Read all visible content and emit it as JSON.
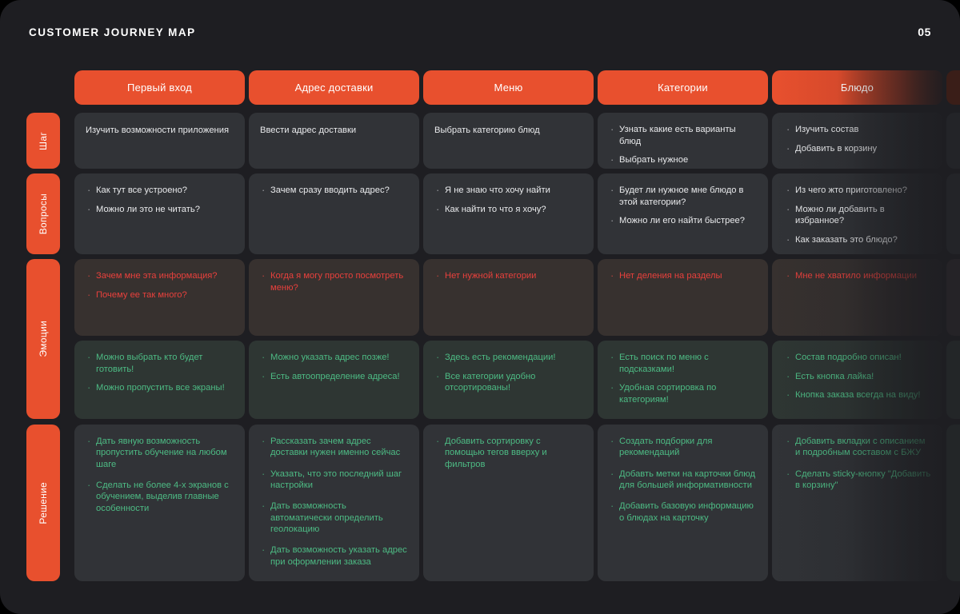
{
  "header": {
    "title": "CUSTOMER JOURNEY MAP",
    "page_number": "05"
  },
  "colors": {
    "accent": "#e8502e",
    "page_background": "#1e1e22",
    "card_background": "#313337",
    "negative_text": "#e8403c",
    "positive_text": "#4dbb84",
    "body_text": "#e9eaec"
  },
  "row_labels": [
    {
      "label": "Шаг"
    },
    {
      "label": "Вопросы"
    },
    {
      "label": "Эмоции"
    },
    {
      "label": "Решение"
    }
  ],
  "stages": [
    {
      "label": "Первый вход"
    },
    {
      "label": "Адрес доставки"
    },
    {
      "label": "Меню"
    },
    {
      "label": "Категории"
    },
    {
      "label": "Блюдо"
    }
  ],
  "rows": {
    "step": {
      "label": "Шаг",
      "cells": [
        {
          "type": "text",
          "text": "Изучить возможности приложения"
        },
        {
          "type": "text",
          "text": "Ввести адрес доставки"
        },
        {
          "type": "text",
          "text": "Выбрать категорию блюд"
        },
        {
          "type": "list",
          "items": [
            "Узнать какие есть варианты блюд",
            "Выбрать нужное"
          ]
        },
        {
          "type": "list",
          "items": [
            "Изучить состав",
            "Добавить в корзину"
          ]
        }
      ]
    },
    "questions": {
      "label": "Вопросы",
      "cells": [
        {
          "type": "list",
          "items": [
            "Как тут все устроено?",
            "Можно ли это не читать?"
          ]
        },
        {
          "type": "list",
          "items": [
            "Зачем сразу вводить адрес?"
          ]
        },
        {
          "type": "list",
          "items": [
            "Я не знаю что хочу найти",
            "Как найти то что я хочу?"
          ]
        },
        {
          "type": "list",
          "items": [
            "Будет ли нужное мне блюдо в этой категории?",
            "Можно ли его найти быстрее?"
          ]
        },
        {
          "type": "list",
          "items": [
            "Из чего жто приготовлено?",
            "Можно ли добавить в избранное?",
            "Как заказать это блюдо?"
          ]
        }
      ]
    },
    "emotions_negative": {
      "label": "Эмоции",
      "cells": [
        {
          "type": "list",
          "items": [
            "Зачем мне эта информация?",
            "Почему ее так много?"
          ]
        },
        {
          "type": "list",
          "items": [
            "Когда я могу просто посмотреть меню?"
          ]
        },
        {
          "type": "list",
          "items": [
            "Нет нужной категории"
          ]
        },
        {
          "type": "list",
          "items": [
            "Нет деления на разделы"
          ]
        },
        {
          "type": "list",
          "items": [
            "Мне не хватило информации"
          ]
        }
      ]
    },
    "emotions_positive": {
      "cells": [
        {
          "type": "list",
          "items": [
            "Можно выбрать кто будет готовить!",
            "Можно пропустить все экраны!"
          ]
        },
        {
          "type": "list",
          "items": [
            "Можно указать адрес позже!",
            "Есть автоопределение адреса!"
          ]
        },
        {
          "type": "list",
          "items": [
            "Здесь есть рекомендации!",
            "Все категории удобно отсортированы!"
          ]
        },
        {
          "type": "list",
          "items": [
            "Есть поиск по меню с подсказками!",
            "Удобная сортировка по категориям!"
          ]
        },
        {
          "type": "list",
          "items": [
            "Состав подробно описан!",
            "Есть кнопка лайка!",
            "Кнопка заказа всегда на виду!"
          ]
        }
      ]
    },
    "solution": {
      "label": "Решение",
      "cells": [
        {
          "type": "list",
          "items": [
            "Дать явную возможность пропустить обучение на любом шаге",
            "Сделать не более 4-х экранов с обучением, выделив главные особенности"
          ]
        },
        {
          "type": "list",
          "items": [
            "Рассказать зачем адрес доставки нужен именно сейчас",
            "Указать, что это последний шаг настройки",
            "Дать возможность автоматически определить геолокацию",
            "Дать возможность указать адрес при оформлении заказа"
          ]
        },
        {
          "type": "list",
          "items": [
            "Добавить сортировку с помощью тегов вверху и фильтров"
          ]
        },
        {
          "type": "list",
          "items": [
            "Создать подборки для рекомендаций",
            "Добавть метки на карточки блюд для большей информативности",
            "Добавить базовую информацию о блюдах на карточку"
          ]
        },
        {
          "type": "list",
          "items": [
            "Добавить вкладки с описанием  и подробным составом с БЖУ",
            "Сделать sticky-кнопку \"Добавить в корзину\""
          ]
        }
      ]
    }
  }
}
